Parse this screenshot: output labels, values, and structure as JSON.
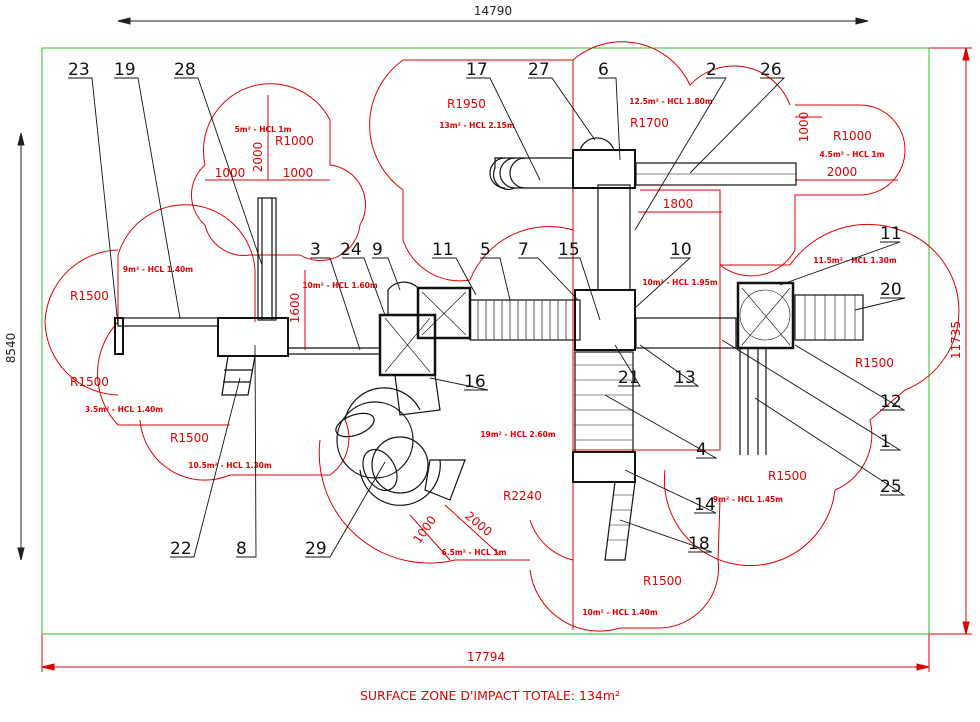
{
  "dimensions": {
    "overall_width_top": "14790",
    "overall_height_left": "8540",
    "overall_width_bottom": "17794",
    "overall_height_right": "11735"
  },
  "total_surface": "SURFACE ZONE D'IMPACT TOTALE: 134m²",
  "zones": [
    "5m² - HCL 1m",
    "9m² - HCL 1.40m",
    "3.5m² - HCL 1.40m",
    "10.5m² - HCL 1.30m",
    "10m² - HCL 1.60m",
    "13m² - HCL 2.15m",
    "12.5m² - HCL 1.80m",
    "4.5m² - HCL 1m",
    "10m² - HCL 1.95m",
    "11.5m² - HCL 1.30m",
    "19m² - HCL 2.60m",
    "9m² - HCL 1.45m",
    "6.5m² - HCL 1m",
    "10m² - HCL 1.40m"
  ],
  "radii": [
    "R1000",
    "R1500",
    "R1500",
    "R1500",
    "R1950",
    "R1700",
    "R1000",
    "R1500",
    "R2240",
    "R1500",
    "R1500"
  ],
  "red_dims": [
    "1000",
    "2000",
    "1000",
    "1600",
    "1800",
    "1000",
    "2000",
    "1000",
    "2000"
  ],
  "callouts": [
    "23",
    "19",
    "28",
    "17",
    "27",
    "6",
    "2",
    "26",
    "3",
    "24",
    "9",
    "11",
    "5",
    "7",
    "15",
    "10",
    "11",
    "20",
    "16",
    "21",
    "13",
    "12",
    "1",
    "25",
    "4",
    "14",
    "18",
    "22",
    "8",
    "29"
  ]
}
